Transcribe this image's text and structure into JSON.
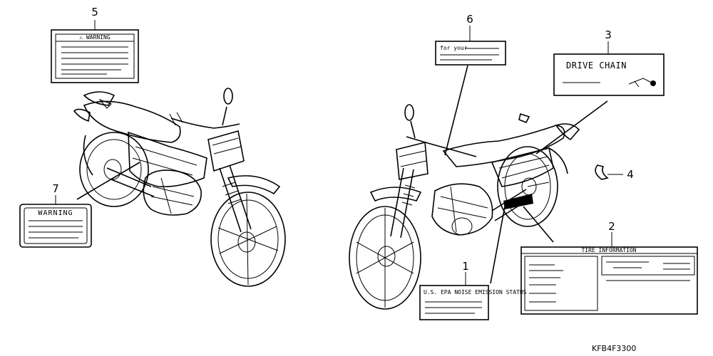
{
  "callouts": {
    "c1": "1",
    "c2": "2",
    "c3": "3",
    "c4": "4",
    "c5": "5",
    "c6": "6",
    "c7": "7"
  },
  "labels": {
    "warning_top": "⚠ WARNING",
    "warning_left": "WARNING",
    "for_your": "for your",
    "drive_chain": "DRIVE CHAIN",
    "tire_information": "TIRE INFORMATION",
    "us_epa": "U.S. EPA NOISE EMISSION STATUS"
  },
  "diagram_code": "KFB4F3300"
}
